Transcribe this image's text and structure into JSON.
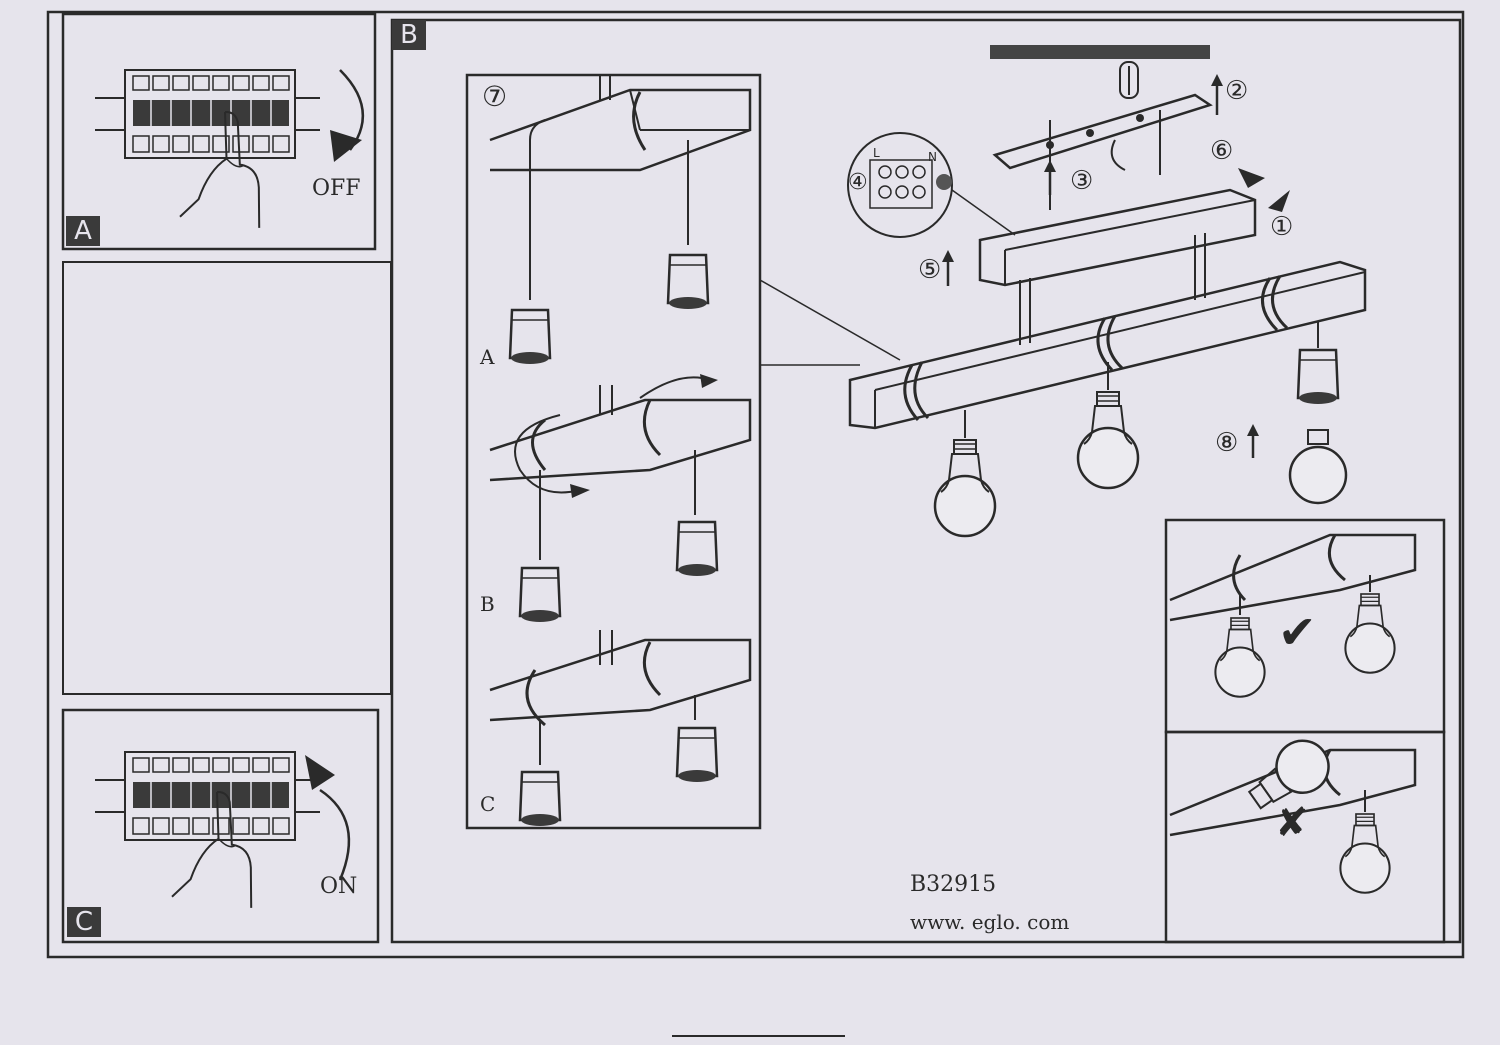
{
  "panels": {
    "a": {
      "tag": "A",
      "caption": "OFF"
    },
    "b": {
      "tag": "B"
    },
    "c": {
      "tag": "C",
      "caption": "ON"
    }
  },
  "steps": {
    "s1": "①",
    "s2": "②",
    "s3": "③",
    "s4": "④",
    "s5": "⑤",
    "s6": "⑥",
    "s7": "⑦",
    "s8": "⑧"
  },
  "terminal": {
    "left": "L",
    "right": "N"
  },
  "sub_steps": {
    "a": "A",
    "b": "B",
    "c": "C"
  },
  "footer": {
    "model": "B32915",
    "website": "www. eglo. com"
  },
  "marks": {
    "correct": "✔",
    "wrong": "✘"
  },
  "colors": {
    "paper": "#e6e4ec",
    "ink": "#2a2a2a"
  }
}
